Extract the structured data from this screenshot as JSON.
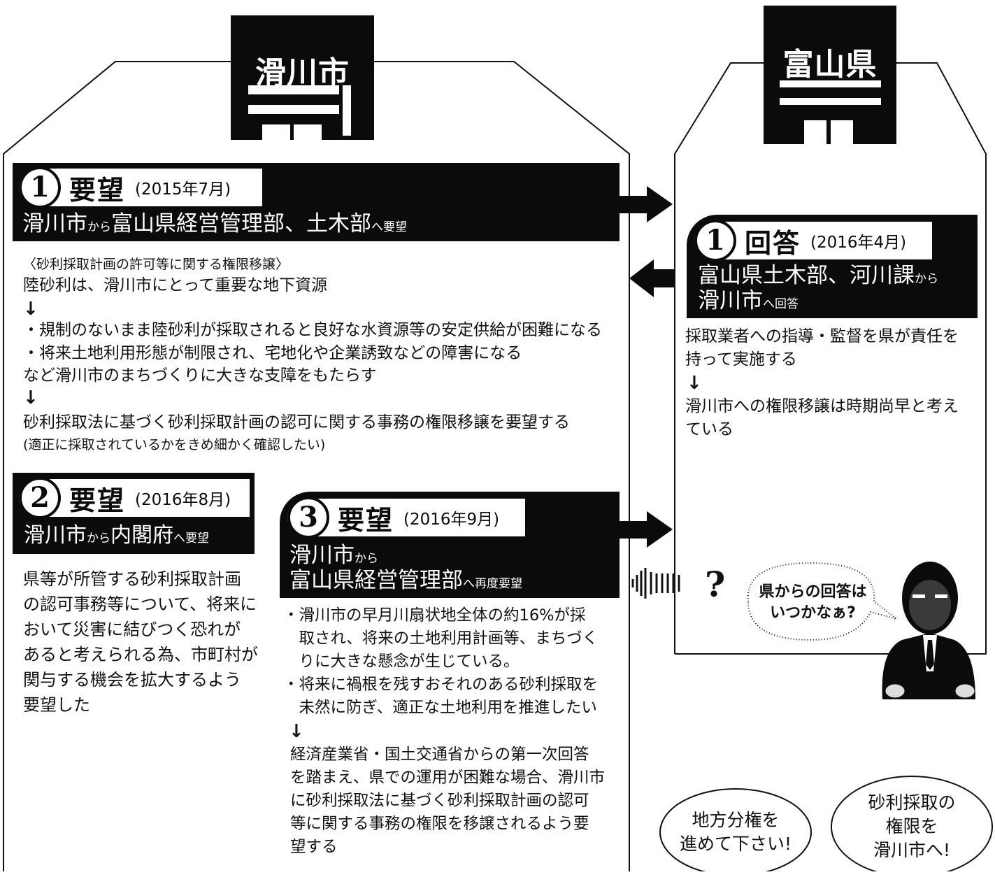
{
  "buildings": {
    "namerikawa": "滑川市",
    "toyama": "富山県"
  },
  "request1": {
    "num": "1",
    "title": "要望",
    "date": "(2015年7月)",
    "sub_main_1": "滑川市",
    "sub_small_1": "から",
    "sub_main_2": "富山県経営管理部、土木部",
    "sub_small_2": "へ要望",
    "heading": "〈砂利採取計画の許可等に関する権限移譲〉",
    "line1": "陸砂利は、滑川市にとって重要な地下資源",
    "arrow": "↓",
    "bullet1": "・規制のないまま陸砂利が採取されると良好な水資源等の安定供給が困難になる",
    "bullet2": "・将来土地利用形態が制限され、宅地化や企業誘致などの障害になる",
    "line2": "など滑川市のまちづくりに大きな支障をもたらす",
    "line3": "砂利採取法に基づく砂利採取計画の認可に関する事務の権限移譲を要望する",
    "note": "(適正に採取されているかをきめ細かく確認したい)"
  },
  "answer1": {
    "num": "1",
    "title": "回答",
    "date": "(2016年4月)",
    "sub_main_1": "富山県土木部、河川課",
    "sub_small_1": "から",
    "sub_main_2": "滑川市",
    "sub_small_2": "へ回答",
    "line1": "採取業者への指導・監督を県が責任を",
    "line2": "持って実施する",
    "arrow": "↓",
    "line3": "滑川市への権限移譲は時期尚早と考え",
    "line4": "ている"
  },
  "request2": {
    "num": "2",
    "title": "要望",
    "date": "(2016年8月)",
    "sub_main_1": "滑川市",
    "sub_small_1": "から",
    "sub_main_2": "内閣府",
    "sub_small_2": "へ要望",
    "lines": [
      "県等が所管する砂利採取計画",
      "の認可事務等について、将来に",
      "おいて災害に結びつく恐れが",
      "あると考えられる為、市町村が",
      "関与する機会を拡大するよう",
      "要望した"
    ]
  },
  "request3": {
    "num": "3",
    "title": "要望",
    "date": "(2016年9月)",
    "sub_main_1": "滑川市",
    "sub_small_1": "から",
    "sub_main_2": "富山県経営管理部",
    "sub_small_2": "へ再度要望",
    "bullet_lines": [
      "・滑川市の早月川扇状地全体の約16%が採",
      "　取され、将来の土地利用計画等、まちづく",
      "　りに大きな懸念が生じている。",
      "・将来に禍根を残すおそれのある砂利採取を",
      "　未然に防ぎ、適正な土地利用を推進したい"
    ],
    "arrow": "↓",
    "lines": [
      "経済産業省・国土交通省からの第一次回答",
      "を踏まえ、県での運用が困難な場合、滑川市",
      "に砂利採取法に基づく砂利採取計画の認可",
      "等に関する事務の権限を移譲されるよう要",
      "望する"
    ]
  },
  "question_mark": "?",
  "speech": {
    "line1": "県からの回答は",
    "line2": "いつかなぁ?"
  },
  "bubble_left": {
    "line1": "地方分権を",
    "line2": "進めて下さい!"
  },
  "bubble_right": {
    "line1": "砂利採取の",
    "line2": "権限を",
    "line3": "滑川市へ!"
  }
}
